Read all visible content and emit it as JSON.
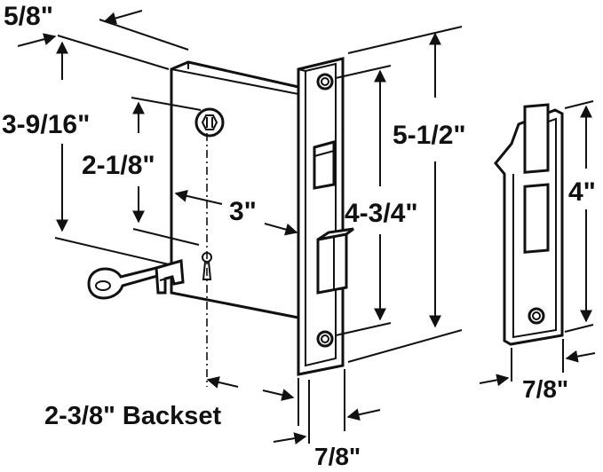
{
  "dimensions": {
    "top_depth": "5/8\"",
    "case_height": "3-9/16\"",
    "keyhole_offset": "2-1/8\"",
    "case_width": "3\"",
    "faceplate_height": "5-1/2\"",
    "screw_spacing": "4-3/4\"",
    "strike_height": "4\"",
    "strike_width": "7/8\"",
    "faceplate_width": "7/8\"",
    "backset": "2-3/8\" Backset"
  }
}
